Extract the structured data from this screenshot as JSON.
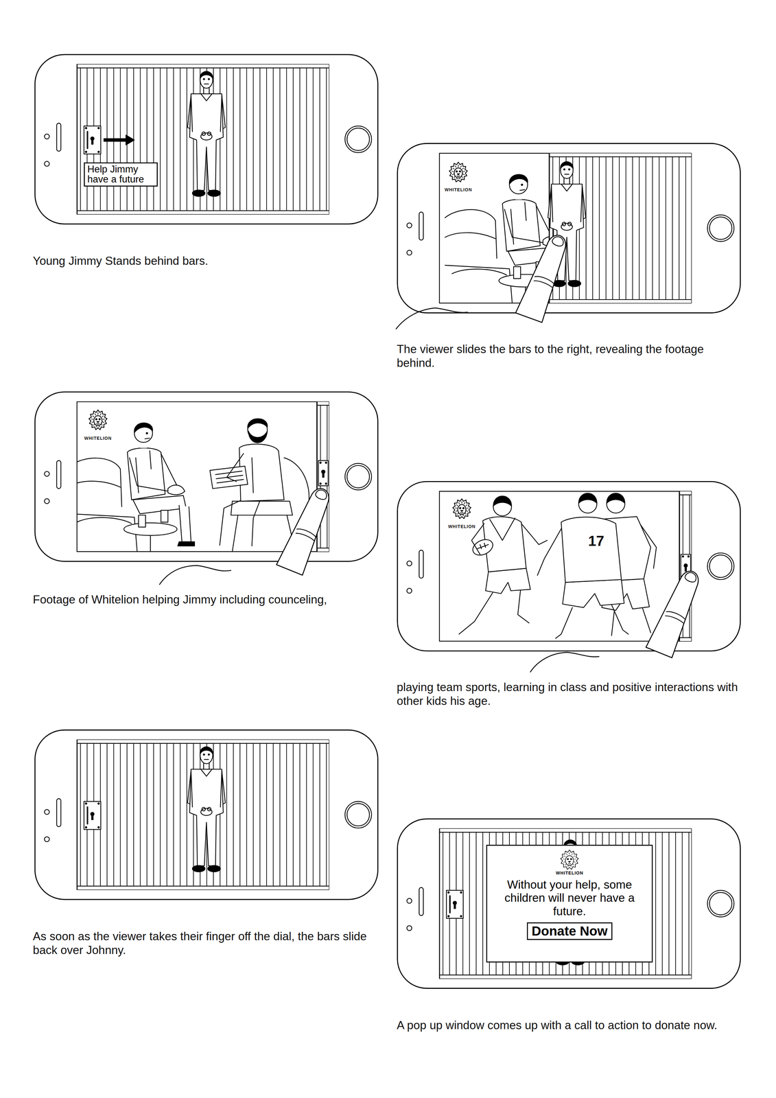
{
  "diagram": {
    "nodes": [
      {
        "text": [
          "Help Jimmy have a future"
        ]
      },
      {
        "text": [
          "WHITELION",
          "Without your help, some children will never have a future."
        ]
      },
      {
        "text": [
          "Donate Now"
        ],
        "in": 1
      }
    ],
    "labels": [
      "Young Jimmy Stands behind bars.",
      "WHITELION",
      "The viewer slides the bars to the right, revealing the footage behind.",
      "WHITELION",
      "Footage of Whitelion helping Jimmy including counceling,",
      "WHITELION",
      "17",
      "playing team sports, learning in class and positive interactions with other kids his age.",
      "As soon as the viewer takes their finger off the dial, the bars slide back over Johnny.",
      "A pop up window comes up with a call to action to donate now."
    ]
  }
}
